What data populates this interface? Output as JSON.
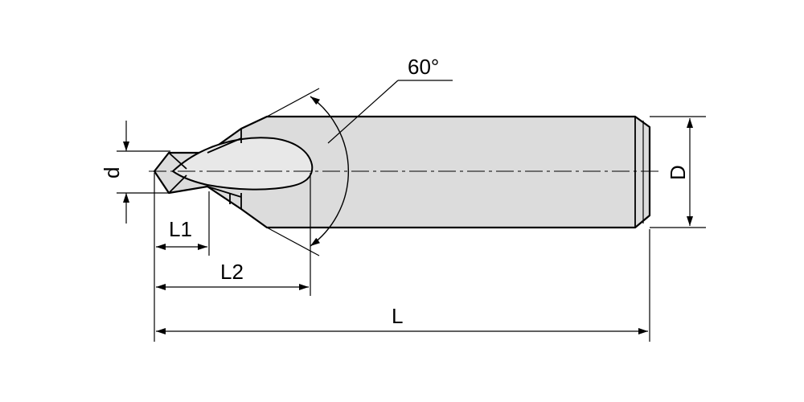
{
  "labels": {
    "angle": "60°",
    "d": "d",
    "D": "D",
    "L1": "L1",
    "L2": "L2",
    "L": "L"
  },
  "colors": {
    "body_fill": "#dcdcdc",
    "outline": "#000000",
    "background": "#ffffff"
  }
}
